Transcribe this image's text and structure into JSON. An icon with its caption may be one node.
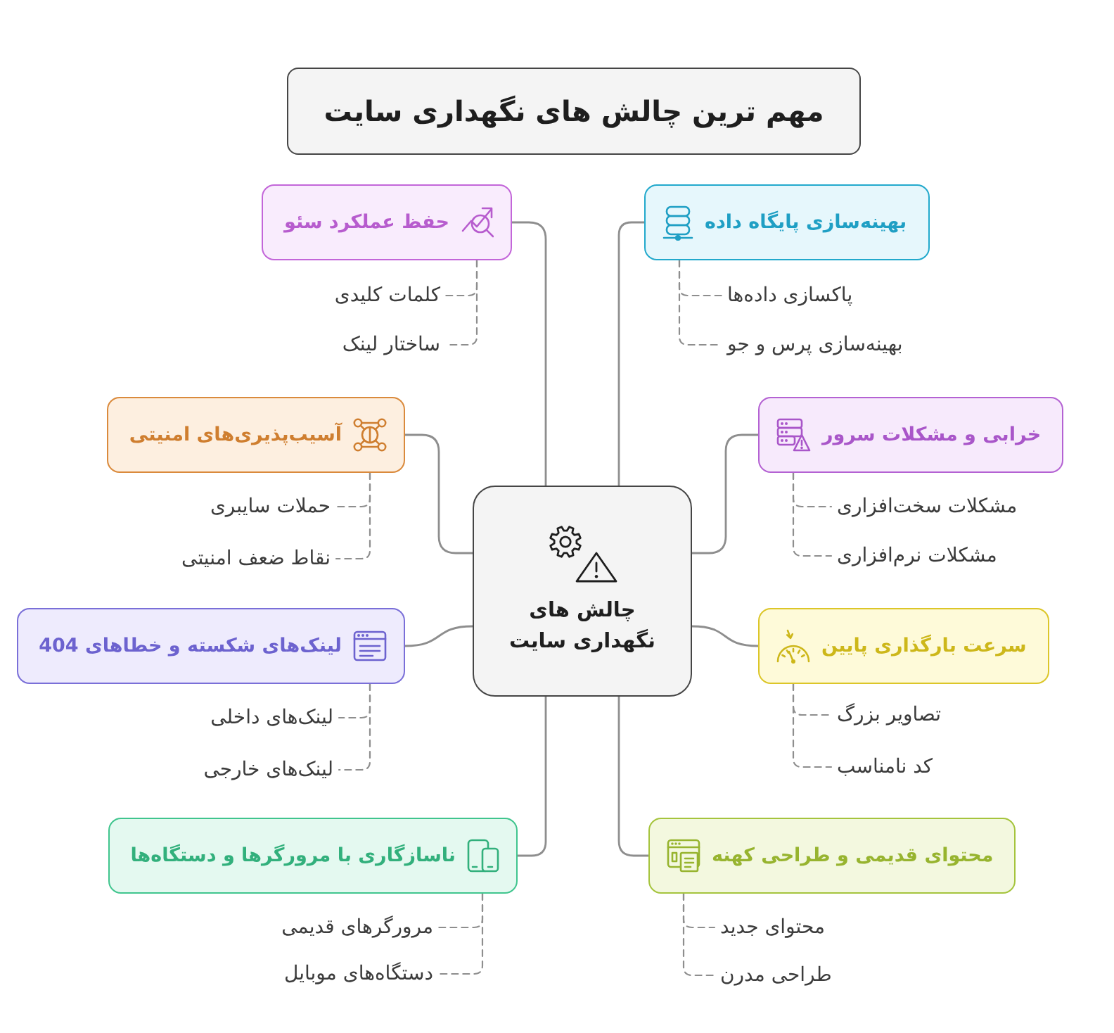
{
  "diagram": {
    "title": "مهم ترین چالش های نگهداری سایت",
    "nodes": [
      {
        "text": [
          "چالش های نگهداری سایت"
        ]
      },
      {
        "text": [
          "بهینه‌سازی پایگاه داده"
        ]
      },
      {
        "text": [
          "پاکسازی داده‌ها"
        ]
      },
      {
        "text": [
          "بهینه‌سازی پرس و جو"
        ]
      },
      {
        "text": [
          "حفظ عملکرد سئو"
        ]
      },
      {
        "text": [
          "کلمات کلیدی"
        ]
      },
      {
        "text": [
          "ساختار لینک"
        ]
      },
      {
        "text": [
          "خرابی و مشکلات سرور"
        ]
      },
      {
        "text": [
          "مشکلات سخت‌افزاری"
        ]
      },
      {
        "text": [
          "مشکلات نرم‌افزاری"
        ]
      },
      {
        "text": [
          "آسیب‌پذیری‌های امنیتی"
        ]
      },
      {
        "text": [
          "حملات سایبری"
        ]
      },
      {
        "text": [
          "نقاط ضعف امنیتی"
        ]
      },
      {
        "text": [
          "سرعت بارگذاری پایین"
        ]
      },
      {
        "text": [
          "تصاویر بزرگ"
        ]
      },
      {
        "text": [
          "کد نامناسب"
        ]
      },
      {
        "text": [
          "لینک‌های شکسته و خطاهای 404"
        ]
      },
      {
        "text": [
          "لینک‌های داخلی"
        ]
      },
      {
        "text": [
          "لینک‌های خارجی"
        ]
      },
      {
        "text": [
          "محتوای قدیمی و طراحی کهنه"
        ]
      },
      {
        "text": [
          "محتوای جدید"
        ]
      },
      {
        "text": [
          "طراحی مدرن"
        ]
      },
      {
        "text": [
          "ناسازگاری با مرورگرها و دستگاه‌ها"
        ]
      },
      {
        "text": [
          "مرورگرهای قدیمی"
        ]
      },
      {
        "text": [
          "دستگاه‌های موبایل"
        ]
      }
    ],
    "edges": [
      {
        "from": 0,
        "to": 1,
        "arrow": "none"
      },
      {
        "from": 1,
        "to": 2,
        "arrow": "none",
        "style": "dashed"
      },
      {
        "from": 1,
        "to": 3,
        "arrow": "none",
        "style": "dashed"
      },
      {
        "from": 0,
        "to": 4,
        "arrow": "none"
      },
      {
        "from": 4,
        "to": 5,
        "arrow": "none",
        "style": "dashed"
      },
      {
        "from": 4,
        "to": 6,
        "arrow": "none",
        "style": "dashed"
      },
      {
        "from": 0,
        "to": 7,
        "arrow": "none"
      },
      {
        "from": 7,
        "to": 8,
        "arrow": "none",
        "style": "dashed"
      },
      {
        "from": 7,
        "to": 9,
        "arrow": "none",
        "style": "dashed"
      },
      {
        "from": 0,
        "to": 10,
        "arrow": "none"
      },
      {
        "from": 10,
        "to": 11,
        "arrow": "none",
        "style": "dashed"
      },
      {
        "from": 10,
        "to": 12,
        "arrow": "none",
        "style": "dashed"
      },
      {
        "from": 0,
        "to": 13,
        "arrow": "none"
      },
      {
        "from": 13,
        "to": 14,
        "arrow": "none",
        "style": "dashed"
      },
      {
        "from": 13,
        "to": 15,
        "arrow": "none",
        "style": "dashed"
      },
      {
        "from": 0,
        "to": 16,
        "arrow": "none"
      },
      {
        "from": 16,
        "to": 17,
        "arrow": "none",
        "style": "dashed"
      },
      {
        "from": 16,
        "to": 18,
        "arrow": "none",
        "style": "dashed"
      },
      {
        "from": 0,
        "to": 19,
        "arrow": "none"
      },
      {
        "from": 19,
        "to": 20,
        "arrow": "none",
        "style": "dashed"
      },
      {
        "from": 19,
        "to": 21,
        "arrow": "none",
        "style": "dashed"
      },
      {
        "from": 0,
        "to": 22,
        "arrow": "none"
      },
      {
        "from": 22,
        "to": 23,
        "arrow": "none",
        "style": "dashed"
      },
      {
        "from": 22,
        "to": 24,
        "arrow": "none",
        "style": "dashed"
      }
    ]
  }
}
